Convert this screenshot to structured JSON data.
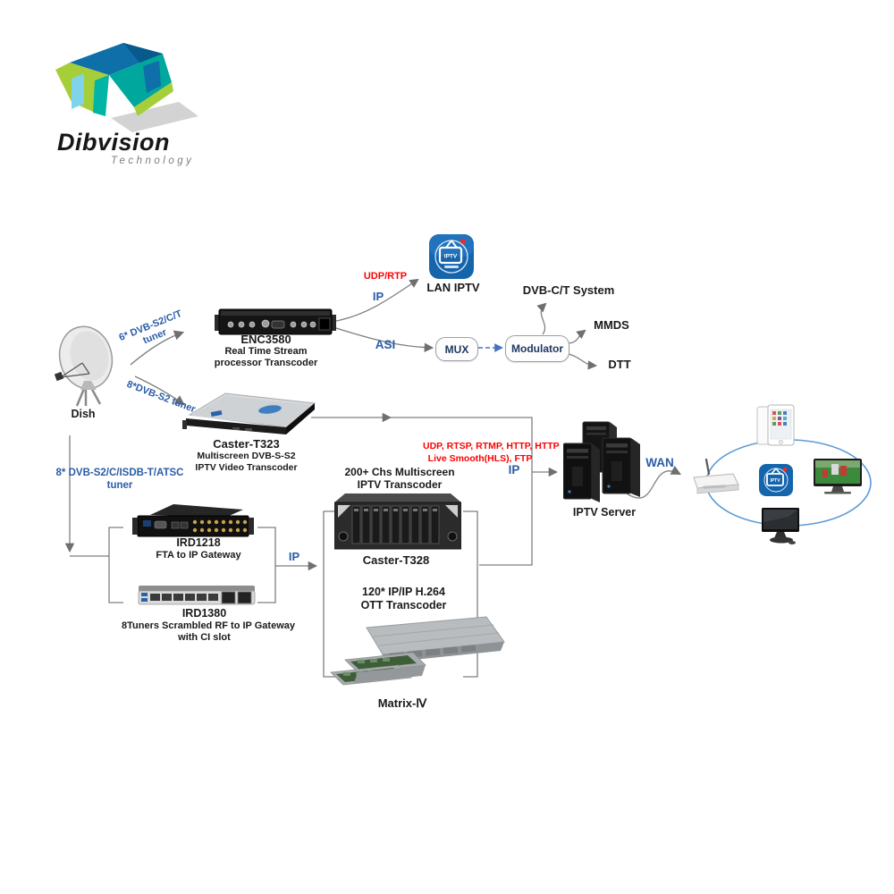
{
  "logo": {
    "brand": "Dibvision",
    "sub": "Technology"
  },
  "nodes": {
    "dish": {
      "label": "Dish"
    },
    "enc3580": {
      "title": "ENC3580",
      "sub1": "Real Time Stream",
      "sub2": "processor Transcoder"
    },
    "lan_iptv": {
      "label": "LAN IPTV"
    },
    "mux": {
      "label": "MUX"
    },
    "modulator": {
      "label": "Modulator"
    },
    "dvbct": {
      "label": "DVB-C/T System"
    },
    "mmds": {
      "label": "MMDS"
    },
    "dtt": {
      "label": "DTT"
    },
    "caster_t323": {
      "title": "Caster-T323",
      "sub1": "Multiscreen DVB-S-S2",
      "sub2": "IPTV Video Transcoder"
    },
    "ird1218": {
      "title": "IRD1218",
      "sub1": "FTA to IP Gateway"
    },
    "ird1380": {
      "title": "IRD1380",
      "sub1": "8Tuners Scrambled RF to IP Gateway",
      "sub2": "with CI slot"
    },
    "caster_t328": {
      "title": "Caster-T328",
      "top1": "200+ Chs Multiscreen",
      "top2": "IPTV Transcoder"
    },
    "matrix": {
      "title": "Matrix-Ⅳ",
      "top1": "120* IP/IP H.264",
      "top2": "OTT Transcoder"
    },
    "iptv_server": {
      "label": "IPTV Server"
    }
  },
  "edges": {
    "tuner6_line1": "6* DVB-S2/C/T",
    "tuner6_line2": "tuner",
    "tuner8": "8*DVB-S2 tuner",
    "tuner8b_line1": "8* DVB-S2/C/ISDB-T/ATSC",
    "tuner8b_line2": "tuner",
    "udp_rtp": "UDP/RTP",
    "ip_to_lan": "IP",
    "asi": "ASI",
    "ip_to_t328": "IP",
    "ip_to_server": "IP",
    "protocols_line1": "UDP, RTSP, RTMP, HTTP, HTTP",
    "protocols_line2": "Live Smooth(HLS), FTP",
    "wan": "WAN"
  },
  "colors": {
    "label_blue": "#2a5ca8",
    "label_navy": "#1f3864",
    "label_red": "#fe0000",
    "label_black": "#1a1a1a",
    "line_gray": "#7f7f7f",
    "dashed_blue": "#4472c4",
    "ellipse_blue": "#5b9bd5",
    "logo_green": "#a6ce39",
    "logo_teal": "#00a79d",
    "logo_blue": "#0f6fa8"
  }
}
